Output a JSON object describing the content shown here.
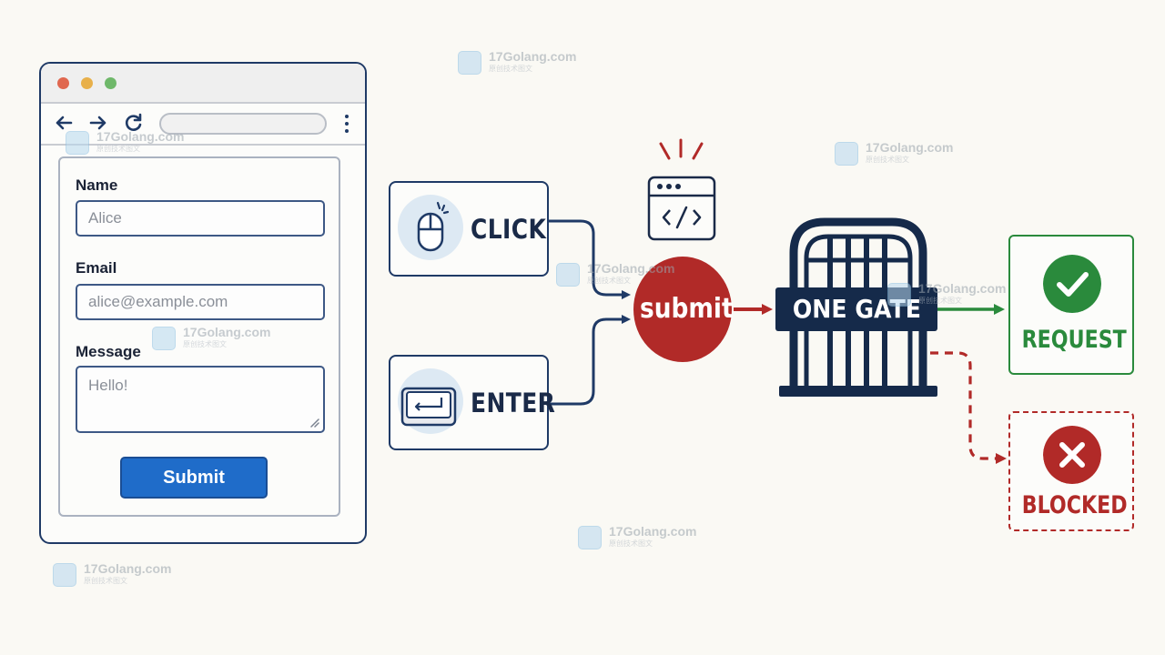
{
  "form": {
    "fields": [
      {
        "label": "Name",
        "placeholder": "Alice"
      },
      {
        "label": "Email",
        "placeholder": "alice@example.com"
      },
      {
        "label": "Message",
        "placeholder": "Hello!"
      }
    ],
    "submit_label": "Submit"
  },
  "inputs": {
    "click_label": "CLICK",
    "enter_label": "ENTER"
  },
  "event": {
    "label": "submit"
  },
  "gate": {
    "label": "ONE GATE"
  },
  "results": {
    "request_label": "REQUEST",
    "blocked_label": "BLOCKED"
  },
  "watermark": {
    "text": "17Golang.com",
    "subtext": "原创技术图文"
  },
  "colors": {
    "navy": "#1f3a66",
    "submit_red": "#b12a28",
    "success_green": "#2a8a3c",
    "button_blue": "#1f6cc9"
  }
}
